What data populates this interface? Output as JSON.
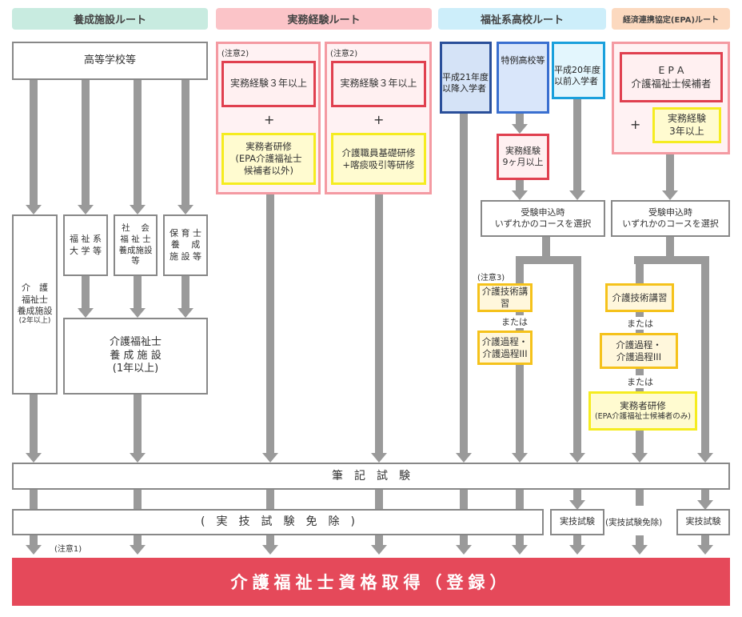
{
  "headers": {
    "training": "養成施設ルート",
    "experience": "実務経験ルート",
    "welfare_hs": "福祉系高校ルート",
    "epa": "経済連携協定(EPA)ルート"
  },
  "training_route": {
    "high_school": "高等学校等",
    "facility_2yr": [
      "介　護",
      "福祉士",
      "養成施設",
      "(2年以上)"
    ],
    "welfare_univ": [
      "福 祉 系",
      "大 学 等"
    ],
    "social_worker": [
      "社　 会",
      "福 祉 士",
      "養成施設",
      "等"
    ],
    "childcare": [
      "保 育 士",
      "養　 成",
      "施 設 等"
    ],
    "facility_1yr": [
      "介護福祉士",
      "養 成 施 設",
      "(1年以上)"
    ],
    "note1": "(注意1)"
  },
  "experience_route": {
    "col1": {
      "note": "(注意2)",
      "req": "実務経験３年以上",
      "plus": "+",
      "training": [
        "実務者研修",
        "(EPA介護福祉士",
        "候補者以外)"
      ]
    },
    "col2": {
      "note": "(注意2)",
      "req": "実務経験３年以上",
      "plus": "+",
      "training": [
        "介護職員基礎研修",
        "+喀痰吸引等研修"
      ]
    }
  },
  "welfare_hs_route": {
    "after_h21": [
      "平成21年度",
      "以降入学者"
    ],
    "special_hs": "特例高校等",
    "before_h20": [
      "平成20年度",
      "以前入学者"
    ],
    "experience_9m": [
      "実務経験",
      "9ヶ月以上"
    ],
    "choose": [
      "受験申込時",
      "いずれかのコースを選択"
    ],
    "note3": "(注意3)",
    "course1": "介護技術講習",
    "or": "または",
    "course2": [
      "介護過程・",
      "介護過程III"
    ]
  },
  "epa_route": {
    "candidate": [
      "E P A",
      "介護福祉士候補者"
    ],
    "plus": "+",
    "experience": [
      "実務経験",
      "3年以上"
    ],
    "choose": [
      "受験申込時",
      "いずれかのコースを選択"
    ],
    "course1": "介護技術講習",
    "or1": "または",
    "course2": [
      "介護過程・",
      "介護過程III"
    ],
    "or2": "または",
    "course3": [
      "実務者研修",
      "(EPA介護福祉士候補者のみ)"
    ]
  },
  "exams": {
    "written": "筆　記　試　験",
    "practical_exempt": "(　実　技　試　験　免　除　)",
    "practical": "実技試験",
    "practical_exempt_short": "(実技試験免除)",
    "practical2": "実技試験"
  },
  "result": "介護福祉士資格取得（登録）",
  "colors": {
    "result": "#e5495a",
    "training_hdr": "#c8ebe0",
    "experience_hdr": "#fbc4c8",
    "welfare_hdr": "#cdeefa",
    "epa_hdr": "#fcd9bf"
  }
}
